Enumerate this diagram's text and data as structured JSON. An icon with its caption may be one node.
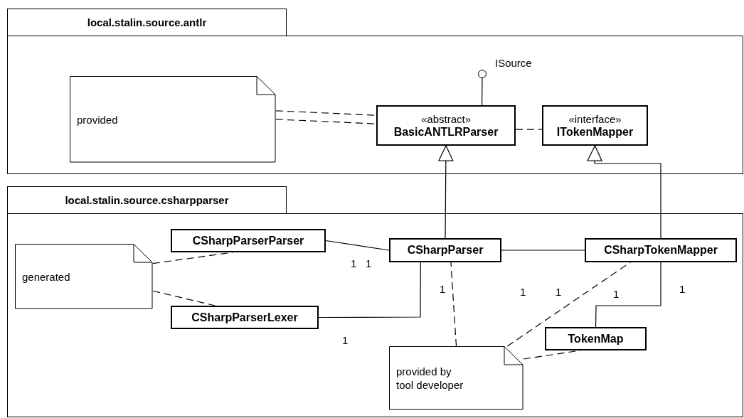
{
  "diagram": {
    "nodes": [
      {
        "text": [
          "local.stalin.source.antlr"
        ]
      },
      {
        "text": [
          "provided"
        ],
        "in": 0
      },
      {
        "text": [],
        "shape": "circle",
        "beside": [
          "ISource"
        ],
        "in": 0
      },
      {
        "text": [
          "«abstract»",
          "BasicANTLRParser"
        ],
        "in": 0
      },
      {
        "text": [
          "«interface»",
          "ITokenMapper"
        ],
        "in": 0
      },
      {
        "text": [
          "local.stalin.source.csharpparser"
        ]
      },
      {
        "text": [
          "CSharpParserParser"
        ],
        "in": 5
      },
      {
        "text": [
          "generated"
        ],
        "in": 5
      },
      {
        "text": [
          "CSharpParser"
        ],
        "in": 5
      },
      {
        "text": [
          "CSharpTokenMapper"
        ],
        "in": 5
      },
      {
        "text": [
          "CSharpParserLexer"
        ],
        "in": 5
      },
      {
        "text": [
          "TokenMap"
        ],
        "in": 5
      },
      {
        "text": [
          "provided by tool developer"
        ],
        "in": 5
      }
    ],
    "edges": [
      {
        "from": 1,
        "to": 3,
        "arrow": "none",
        "style": "dashed"
      },
      {
        "from": 3,
        "to": 4,
        "arrow": "none",
        "style": "dashed"
      },
      {
        "from": 3,
        "to": 2,
        "arrow": "none"
      },
      {
        "from": 8,
        "to": 3,
        "arrow": "to"
      },
      {
        "from": 9,
        "to": 4,
        "arrow": "to"
      },
      {
        "from": 6,
        "to": 8,
        "arrow": "none"
      },
      {
        "from": 8,
        "to": 9,
        "arrow": "none"
      },
      {
        "from": 8,
        "to": 10,
        "arrow": "none"
      },
      {
        "from": 9,
        "to": 11,
        "arrow": "none"
      },
      {
        "from": 7,
        "to": 6,
        "arrow": "none",
        "style": "dashed"
      },
      {
        "from": 7,
        "to": 10,
        "arrow": "none",
        "style": "dashed"
      },
      {
        "from": 12,
        "to": 8,
        "arrow": "none",
        "style": "dashed"
      },
      {
        "from": 12,
        "to": 9,
        "arrow": "none",
        "style": "dashed"
      },
      {
        "from": 12,
        "to": 11,
        "arrow": "none",
        "style": "dashed"
      }
    ],
    "labels": [
      "1",
      "1",
      "1",
      "1",
      "1",
      "1",
      "1",
      "1"
    ]
  }
}
